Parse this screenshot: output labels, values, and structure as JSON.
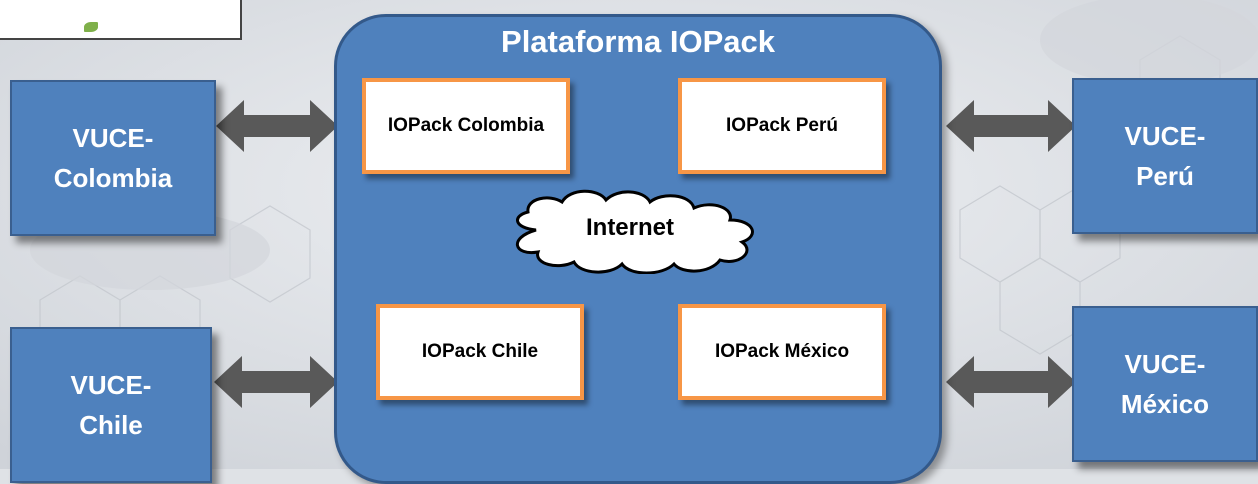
{
  "platform": {
    "title": "Plataforma IOPack"
  },
  "vuce": {
    "colombia": "VUCE-\nColombia",
    "peru": "VUCE-\nPerú",
    "chile": "VUCE-\nChile",
    "mexico": "VUCE-\nMéxico"
  },
  "iopack": {
    "colombia": "IOPack Colombia",
    "peru": "IOPack Perú",
    "chile": "IOPack Chile",
    "mexico": "IOPack México"
  },
  "cloud": {
    "label": "Internet"
  },
  "colors": {
    "box_fill": "#4f81bd",
    "node_border": "#f79646",
    "arrow": "#595959"
  }
}
